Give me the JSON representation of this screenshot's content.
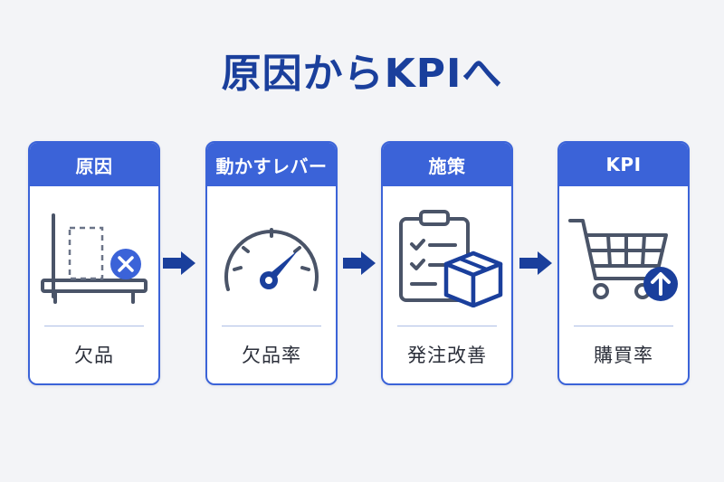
{
  "title": "原因からKPIへ",
  "colors": {
    "accent": "#3b63d8",
    "title": "#1a3f9c",
    "icon_stroke": "#4a5468",
    "badge": "#1a3f9c",
    "arrow": "#1a3f9c"
  },
  "cards": [
    {
      "header": "原因",
      "label": "欠品",
      "icon": "empty-shelf-icon"
    },
    {
      "header": "動かすレバー",
      "label": "欠品率",
      "icon": "gauge-icon"
    },
    {
      "header": "施策",
      "label": "発注改善",
      "icon": "clipboard-box-icon"
    },
    {
      "header": "KPI",
      "label": "購買率",
      "icon": "cart-up-icon"
    }
  ]
}
